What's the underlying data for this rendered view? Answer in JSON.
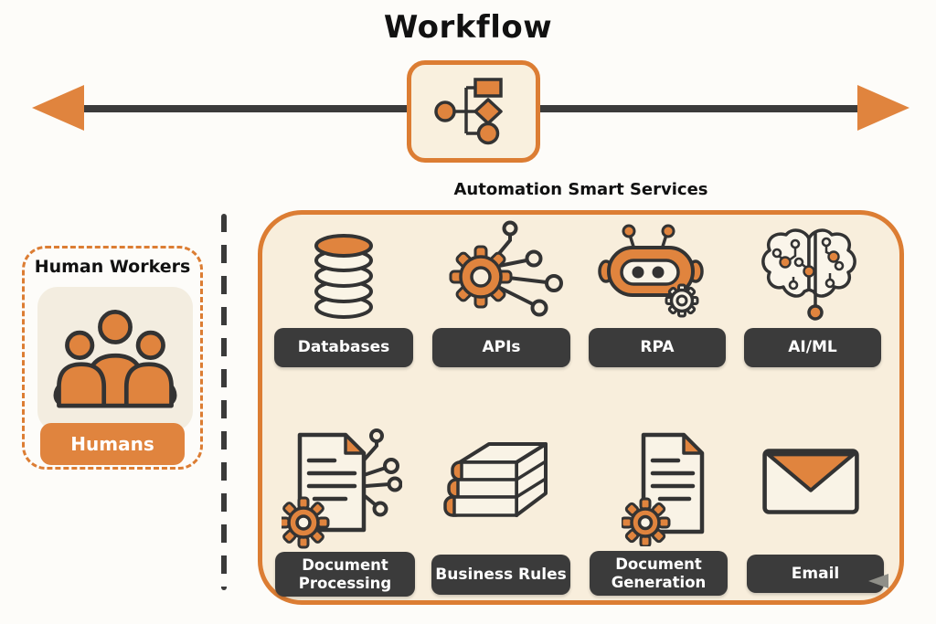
{
  "title": "Workflow",
  "workflow_node": {
    "icon": "flowchart-icon"
  },
  "arrow": {
    "icon": "double-headed-arrow",
    "color": "#e0843e",
    "line_color": "#3b3b3b"
  },
  "automation": {
    "heading": "Automation Smart Services",
    "services": [
      {
        "label": "Databases",
        "icon": "database-stack-icon"
      },
      {
        "label": "APIs",
        "icon": "gear-network-icon"
      },
      {
        "label": "RPA",
        "icon": "robot-icon"
      },
      {
        "label": "AI/ML",
        "icon": "brain-circuit-icon"
      },
      {
        "label": "Document Processing",
        "icon": "document-gear-network-icon"
      },
      {
        "label": "Business Rules",
        "icon": "books-stack-icon"
      },
      {
        "label": "Document Generation",
        "icon": "document-gear-icon"
      },
      {
        "label": "Email",
        "icon": "envelope-icon"
      }
    ]
  },
  "human_workers": {
    "heading": "Human Workers",
    "button_label": "Humans",
    "icon": "people-icon"
  },
  "colors": {
    "orange": "#e0843e",
    "orange_border": "#dc7d33",
    "panel_cream": "#f8eedc",
    "icon_cream": "#f9f3e6",
    "chip_dark": "#3b3b3b",
    "chip_text": "#ffffff",
    "outline_dark": "#333333"
  }
}
